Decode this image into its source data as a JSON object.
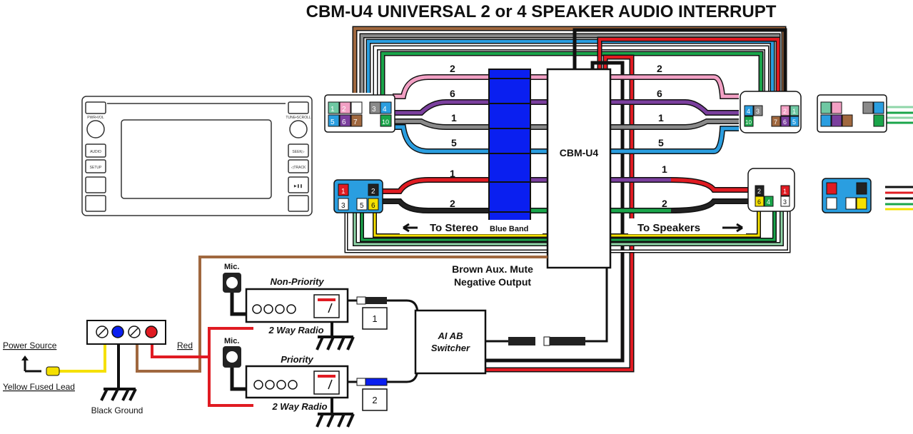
{
  "title": "CBM-U4 UNIVERSAL 2 or 4 SPEAKER AUDIO INTERRUPT",
  "center_module": "CBM-U4",
  "blue_band_label": "Blue Band",
  "to_stereo_label": "To Stereo",
  "to_speakers_label": "To Speakers",
  "mute_label_line1": "Brown Aux. Mute",
  "mute_label_line2": "Negative Output",
  "mic_label": "Mic.",
  "non_priority_label": "Non-Priority",
  "priority_label": "Priority",
  "radio_label": "2 Way Radio",
  "switcher_line1": "AI AB",
  "switcher_line2": "Switcher",
  "input1_label": "1",
  "input2_label": "2",
  "power_source_label": "Power Source",
  "yellow_lead_label": "Yellow Fused Lead",
  "red_label": "Red",
  "ground_label": "Black Ground",
  "stereo": {
    "labels": [
      "PWR•VOL",
      "AUDIO",
      "SETUP",
      "TUNE•SCROLL",
      "SEEK▷",
      "◁TRACK",
      "▶❚❚"
    ]
  },
  "top_wires": [
    {
      "label": "2",
      "color": "#f2a0c4"
    },
    {
      "label": "6",
      "color": "#7b3f9e"
    },
    {
      "label": "1",
      "color": "#8a8a8a"
    },
    {
      "label": "5",
      "color": "#2a9ee0"
    }
  ],
  "bottom_wires": [
    {
      "label": "1",
      "color": "#e01b22"
    },
    {
      "label": "2",
      "color": "#222222"
    }
  ],
  "connector_pins": {
    "top_left": [
      "1",
      "2",
      "3",
      "4",
      "5",
      "6",
      "7",
      "10"
    ],
    "top_right": [
      "4",
      "3",
      "10",
      "7",
      "2",
      "1",
      "6",
      "5"
    ],
    "bottom_left": [
      "1",
      "2",
      "3",
      "5",
      "6"
    ],
    "bottom_right": [
      "2",
      "1",
      "6",
      "4",
      "3"
    ]
  },
  "colors": {
    "blue_band": "#0a1ff0",
    "brown": "#a0683f",
    "red": "#e01b22",
    "yellow": "#f5e000",
    "green": "#1aa54a",
    "light_green": "#8fd6a8",
    "blue": "#2a9ee0",
    "purple": "#7b3f9e",
    "pink": "#f2a0c4",
    "gray": "#8a8a8a"
  }
}
